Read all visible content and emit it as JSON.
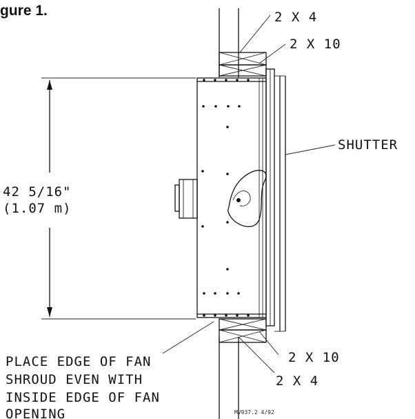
{
  "figure": {
    "caption": "gure 1.",
    "labels": {
      "top_stud": "2 X 4",
      "top_header": "2 X 10",
      "shutter": "SHUTTER",
      "height_imperial": "42 5/16\"",
      "height_metric": "(1.07 m)",
      "bottom_header": "2 X 10",
      "bottom_stud": "2 X 4",
      "note_line1": "PLACE EDGE OF FAN",
      "note_line2": "SHROUD EVEN WITH",
      "note_line3": "INSIDE EDGE OF FAN",
      "note_line4": "OPENING",
      "drawing_id": "MV937.2 4/92"
    }
  }
}
